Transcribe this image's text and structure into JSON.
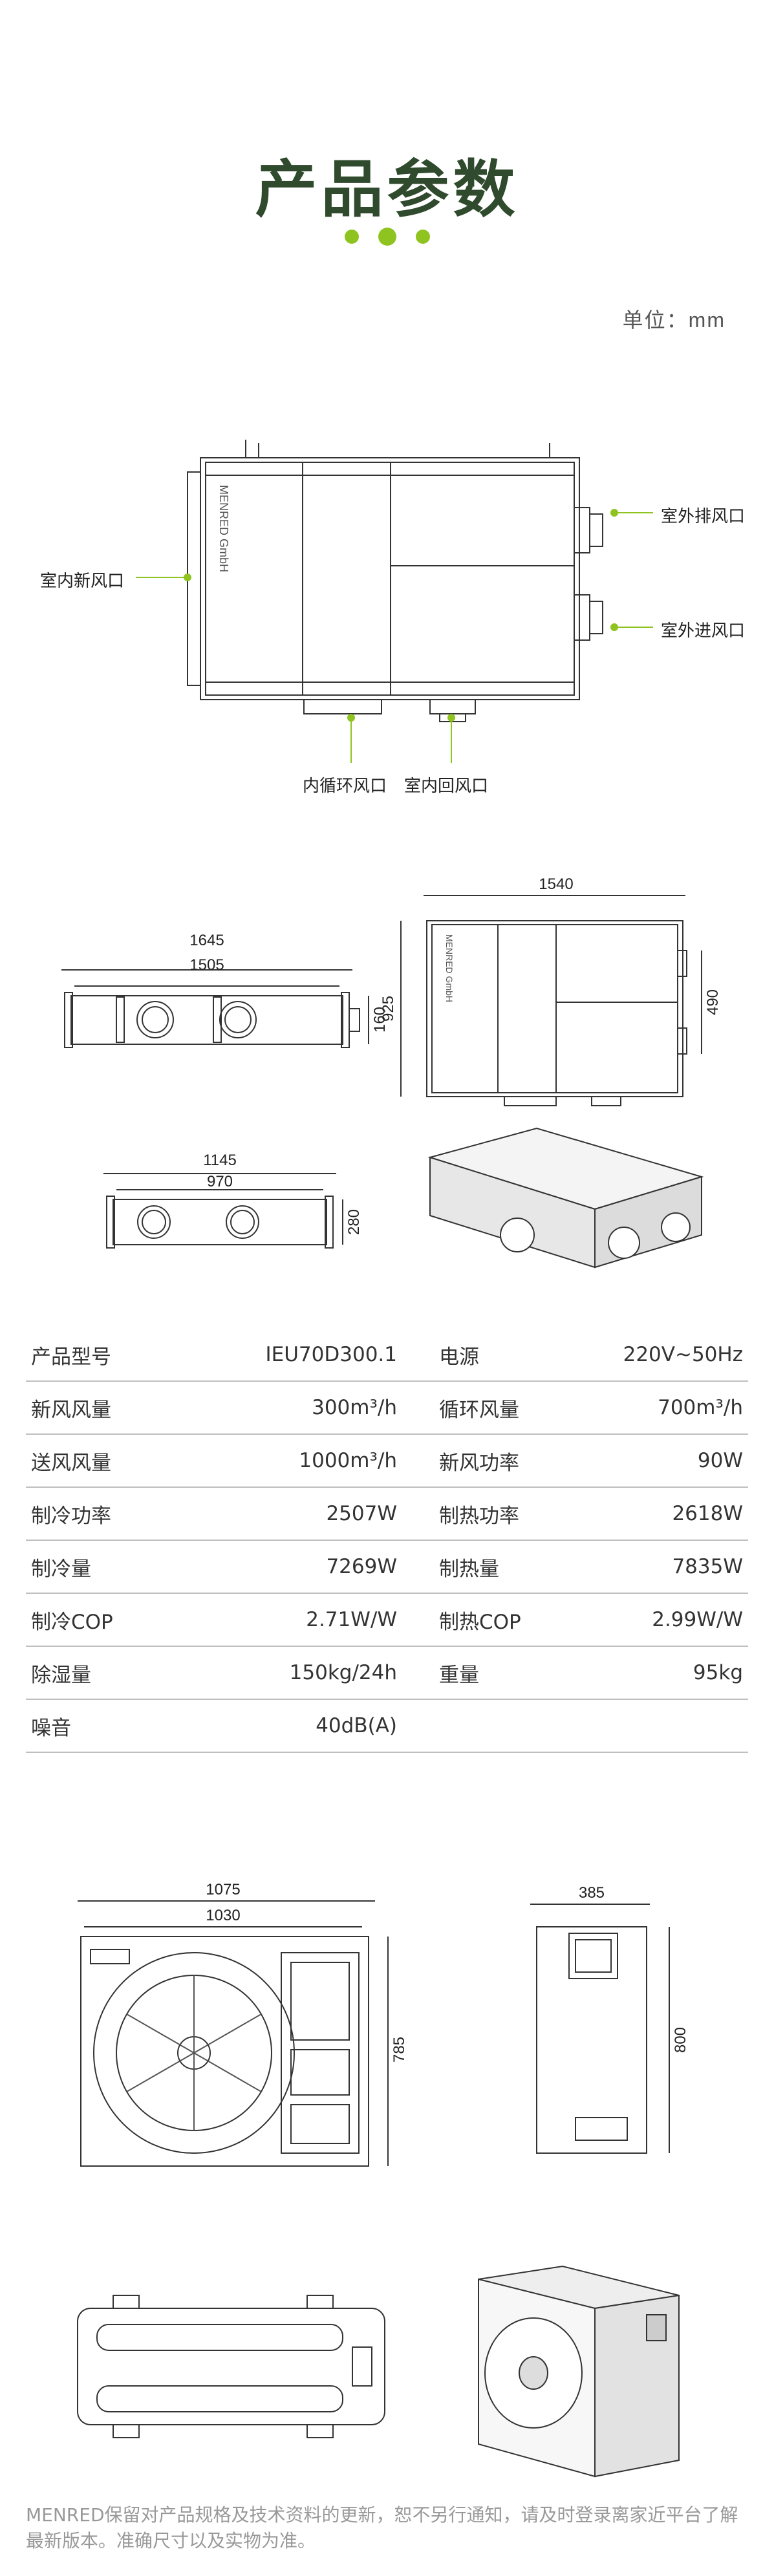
{
  "title": "产品参数",
  "unit": "单位：mm",
  "diagram1": {
    "labels": {
      "indoor_fresh": "室内新风口",
      "outdoor_exhaust": "室外排风口",
      "outdoor_intake": "室外进风口",
      "inner_circulation": "内循环风口",
      "indoor_return": "室内回风口"
    },
    "brand": "MENRED GmbH"
  },
  "dims": {
    "d1645": "1645",
    "d1505": "1505",
    "d160": "160",
    "d1540": "1540",
    "d925": "925",
    "d490": "490",
    "d1145": "1145",
    "d970": "970",
    "d280": "280",
    "d1075": "1075",
    "d1030": "1030",
    "d785": "785",
    "d385": "385",
    "d800": "800"
  },
  "specs": [
    {
      "k1": "产品型号",
      "v1": "IEU70D300.1",
      "k2": "电源",
      "v2": "220V~50Hz"
    },
    {
      "k1": "新风风量",
      "v1": "300m³/h",
      "k2": "循环风量",
      "v2": "700m³/h"
    },
    {
      "k1": "送风风量",
      "v1": "1000m³/h",
      "k2": "新风功率",
      "v2": "90W"
    },
    {
      "k1": "制冷功率",
      "v1": "2507W",
      "k2": "制热功率",
      "v2": "2618W"
    },
    {
      "k1": "制冷量",
      "v1": "7269W",
      "k2": "制热量",
      "v2": "7835W"
    },
    {
      "k1": "制冷COP",
      "v1": "2.71W/W",
      "k2": "制热COP",
      "v2": "2.99W/W"
    },
    {
      "k1": "除湿量",
      "v1": "150kg/24h",
      "k2": "重量",
      "v2": "95kg"
    },
    {
      "k1": "噪音",
      "v1": "40dB(A)",
      "k2": "",
      "v2": ""
    }
  ],
  "footer": "MENRED保留对产品规格及技术资料的更新，恕不另行通知，请及时登录离家近平台了解最新版本。准确尺寸以及实物为准。",
  "colors": {
    "accent": "#8fc31f",
    "title": "#2f4a2c"
  }
}
